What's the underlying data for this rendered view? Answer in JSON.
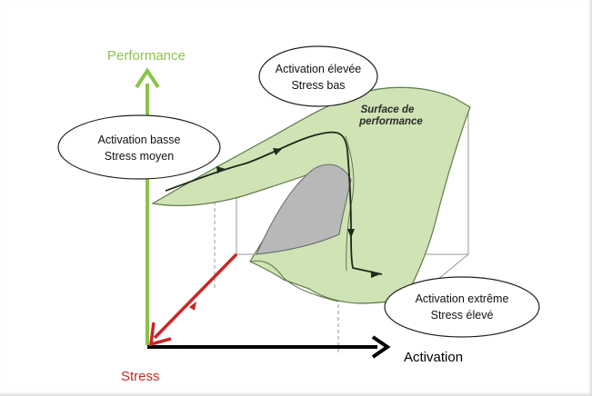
{
  "axes": {
    "performance": "Performance",
    "activation": "Activation",
    "stress": "Stress"
  },
  "surface_label": [
    "Surface de",
    "performance"
  ],
  "bubbles": {
    "low": [
      "Activation basse",
      "Stress moyen"
    ],
    "high": [
      "Activation élevée",
      "Stress bas"
    ],
    "extreme": [
      "Activation extrême",
      "Stress élevé"
    ]
  },
  "colors": {
    "performance_axis": "#8bc34a",
    "activation_axis": "#000000",
    "stress_axis": "#c62828",
    "surface_fill": "#cfe3b4",
    "surface_stroke": "#5f7a4a",
    "fold_fill": "#b8b8b8"
  }
}
